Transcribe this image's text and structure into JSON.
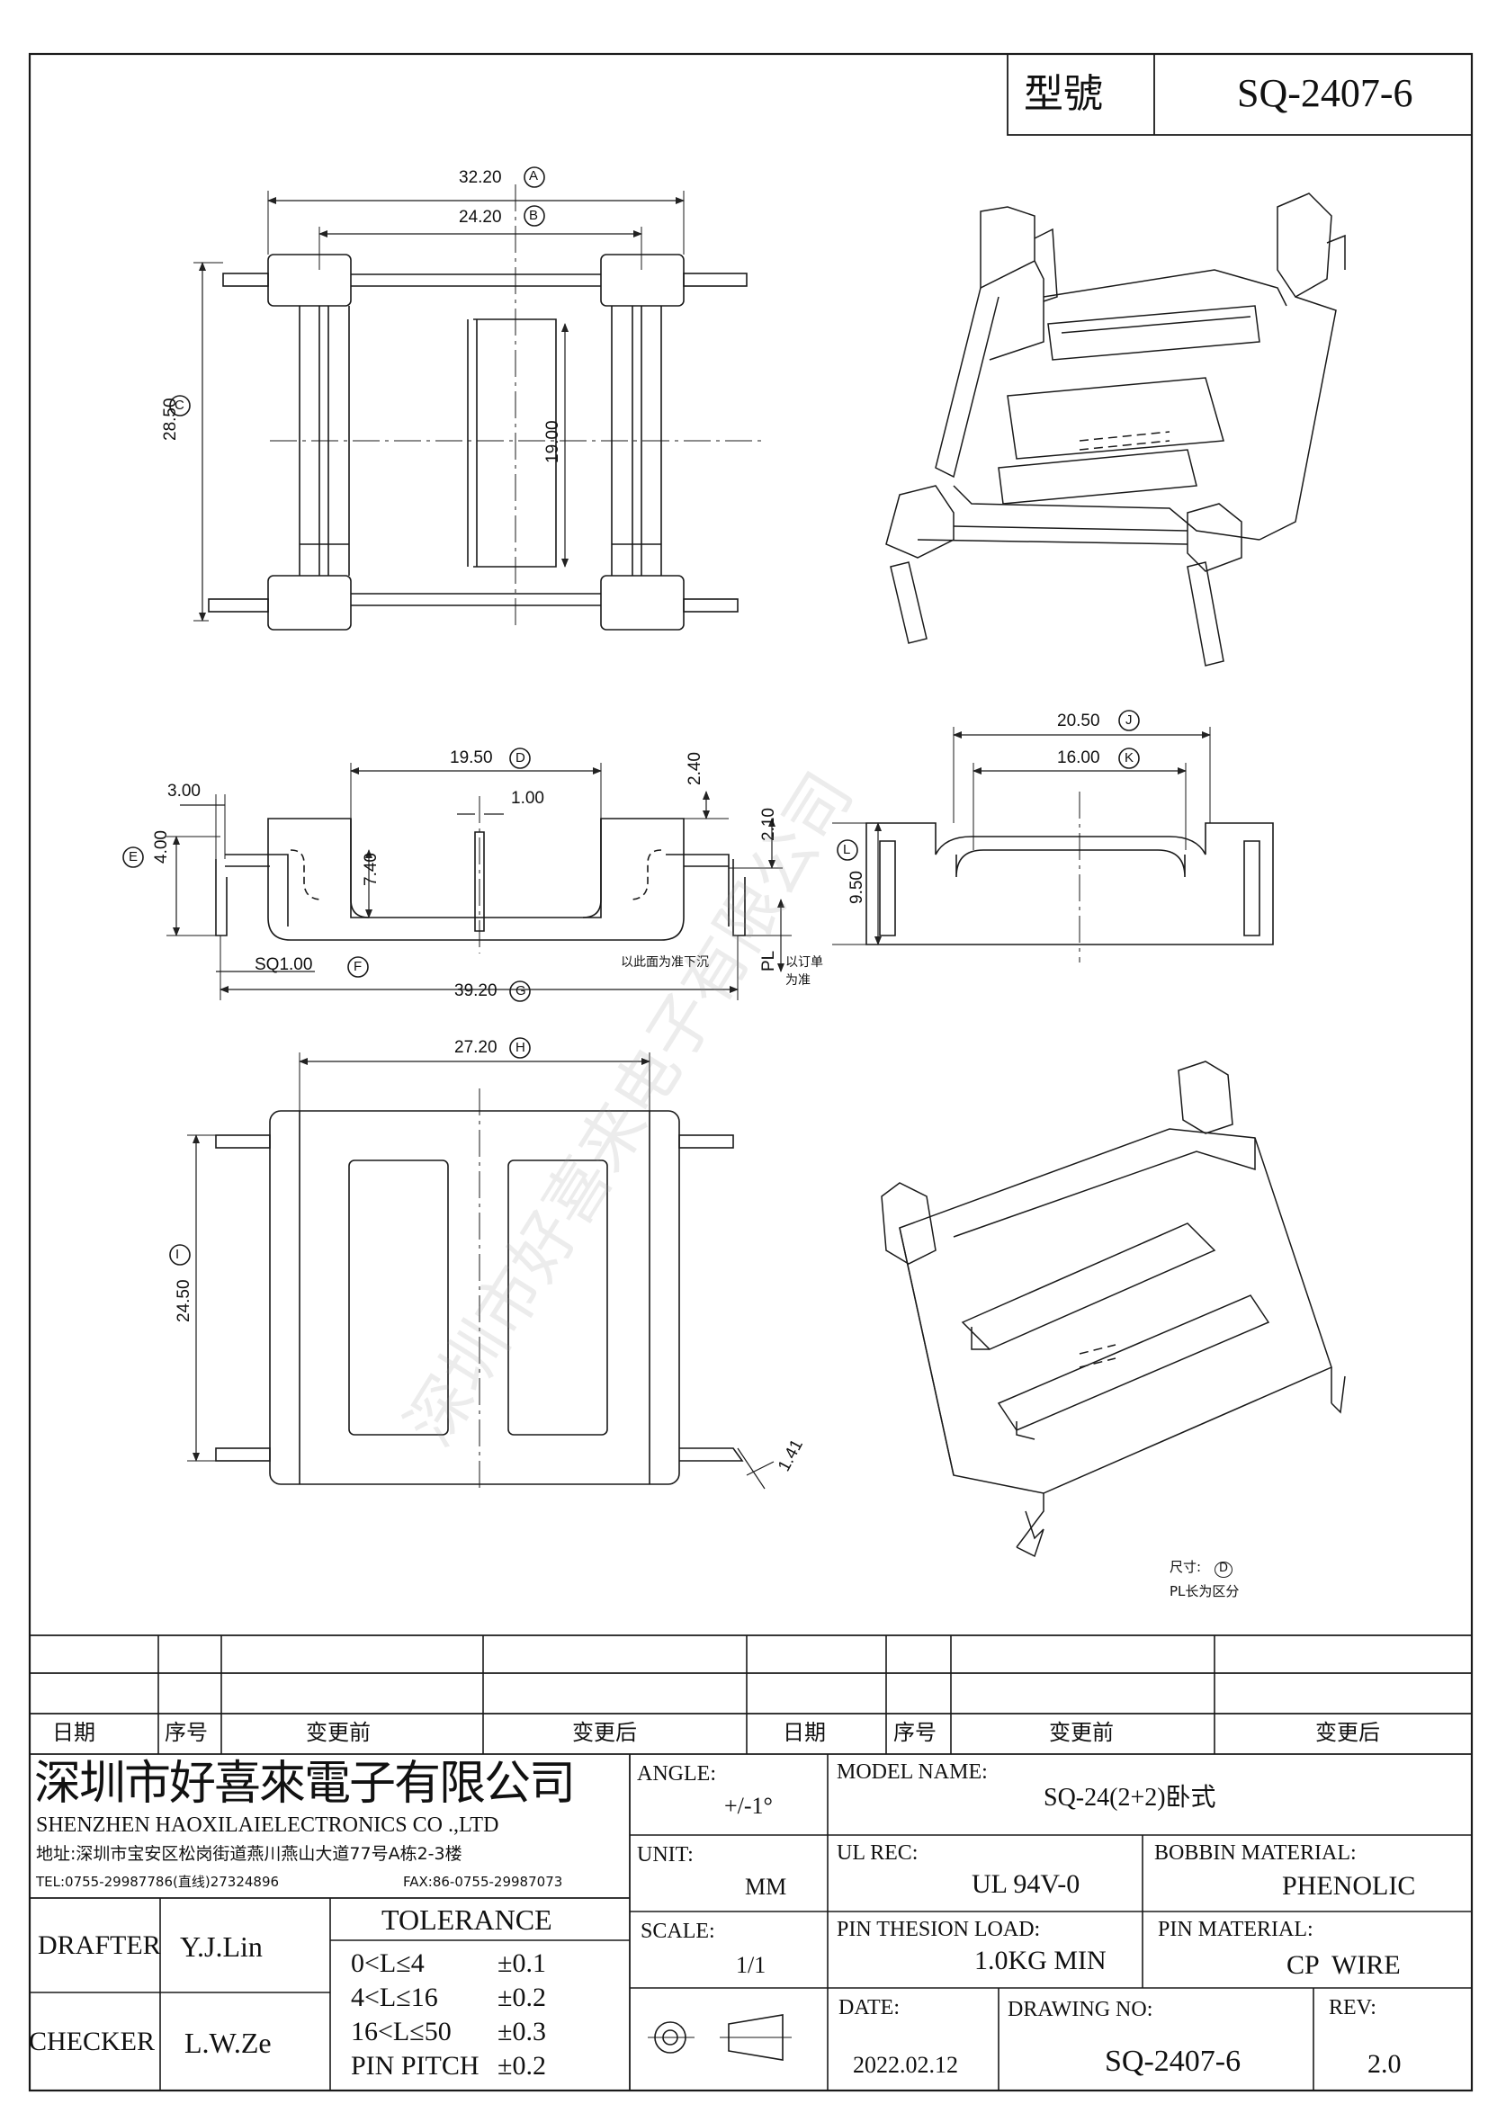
{
  "title_block": {
    "model_label": "型號",
    "model_value": "SQ-2407-6"
  },
  "dimensions": {
    "A": {
      "value": "32.20",
      "tag": "A"
    },
    "B": {
      "value": "24.20",
      "tag": "B"
    },
    "C": {
      "value": "28.50",
      "tag": "C"
    },
    "inner_height": {
      "value": "19.00"
    },
    "D": {
      "value": "19.50",
      "tag": "D"
    },
    "E": {
      "value": "4.00",
      "tag": "E"
    },
    "F": {
      "value": "SQ1.00",
      "tag": "F"
    },
    "G": {
      "value": "39.20",
      "tag": "G"
    },
    "H": {
      "value": "27.20",
      "tag": "H"
    },
    "I": {
      "value": "24.50",
      "tag": "I"
    },
    "J": {
      "value": "20.50",
      "tag": "J"
    },
    "K": {
      "value": "16.00",
      "tag": "K"
    },
    "L": {
      "value": "9.50",
      "tag": "L"
    },
    "d_3_00": "3.00",
    "d_1_00": "1.00",
    "d_2_40": "2.40",
    "d_2_10": "2.10",
    "d_7_40": "7.40",
    "d_1_41": "1.41",
    "pl": "PL"
  },
  "notes": {
    "sink_note": "以此面为准下沉",
    "pl_note_1": "以订单",
    "pl_note_2": "为准",
    "size_note": "尺寸:",
    "size_tag": "D",
    "pl_range": "PL长为区分"
  },
  "watermark": "深圳市好喜来电子有限公司",
  "revision_table": {
    "headers": [
      "日期",
      "序号",
      "变更前",
      "变更后",
      "日期",
      "序号",
      "变更前",
      "变更后"
    ]
  },
  "company": {
    "name_cn": "深圳市好喜來電子有限公司",
    "name_en": "SHENZHEN HAOXILAIELECTRONICS CO .,LTD",
    "address": "地址:深圳市宝安区松岗街道燕川燕山大道77号A栋2-3楼",
    "tel": "TEL:0755-29987786(直线)27324896",
    "fax": "FAX:86-0755-29987073"
  },
  "signoff": {
    "drafter_label": "DRAFTER",
    "drafter_name": "Y.J.Lin",
    "checker_label": "CHECKER",
    "checker_name": "L.W.Ze"
  },
  "tolerance": {
    "title": "TOLERANCE",
    "rows": [
      {
        "range": "0<L≤4",
        "tol": "±0.1"
      },
      {
        "range": "4<L≤16",
        "tol": "±0.2"
      },
      {
        "range": "16<L≤50",
        "tol": "±0.3"
      },
      {
        "range": "PIN PITCH",
        "tol": "±0.2"
      }
    ]
  },
  "spec": {
    "angle_label": "ANGLE:",
    "angle_value": "+/-1°",
    "unit_label": "UNIT:",
    "unit_value": "MM",
    "scale_label": "SCALE:",
    "scale_value": "1/1",
    "model_name_label": "MODEL NAME:",
    "model_name_value": "SQ-24(2+2)卧式",
    "ul_label": "UL REC:",
    "ul_value": "UL 94V-0",
    "bobbin_label": "BOBBIN MATERIAL:",
    "bobbin_value": "PHENOLIC",
    "pin_load_label": "PIN THESION LOAD:",
    "pin_load_value": "1.0KG MIN",
    "pin_mat_label": "PIN MATERIAL:",
    "pin_mat_value": "CP  WIRE",
    "date_label": "DATE:",
    "date_value": "2022.02.12",
    "drawing_no_label": "DRAWING NO:",
    "drawing_no_value": "SQ-2407-6",
    "rev_label": "REV:",
    "rev_value": "2.0"
  }
}
